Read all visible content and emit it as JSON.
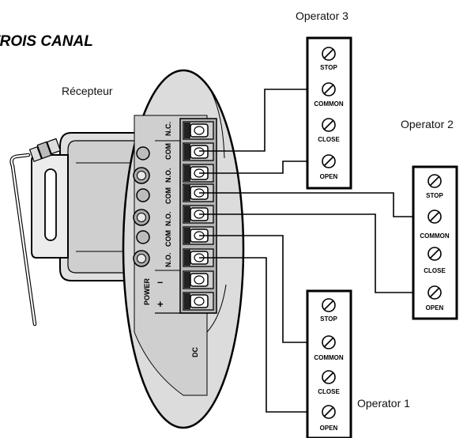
{
  "title": "TROIS CANAL",
  "receiver": {
    "label": "Récepteur",
    "contacts": [
      "N.C.",
      "COM",
      "N.O.",
      "COM",
      "N.O.",
      "COM",
      "N.O."
    ],
    "power_label": "POWER",
    "power_minus": "–",
    "power_plus": "+",
    "dc_label": "DC"
  },
  "operators": [
    {
      "name": "Operator 3",
      "terminals": [
        "STOP",
        "COMMON",
        "CLOSE",
        "OPEN"
      ]
    },
    {
      "name": "Operator 2",
      "terminals": [
        "STOP",
        "COMMON",
        "CLOSE",
        "OPEN"
      ]
    },
    {
      "name": "Operator 1",
      "terminals": [
        "STOP",
        "COMMON",
        "CLOSE",
        "OPEN"
      ]
    }
  ]
}
